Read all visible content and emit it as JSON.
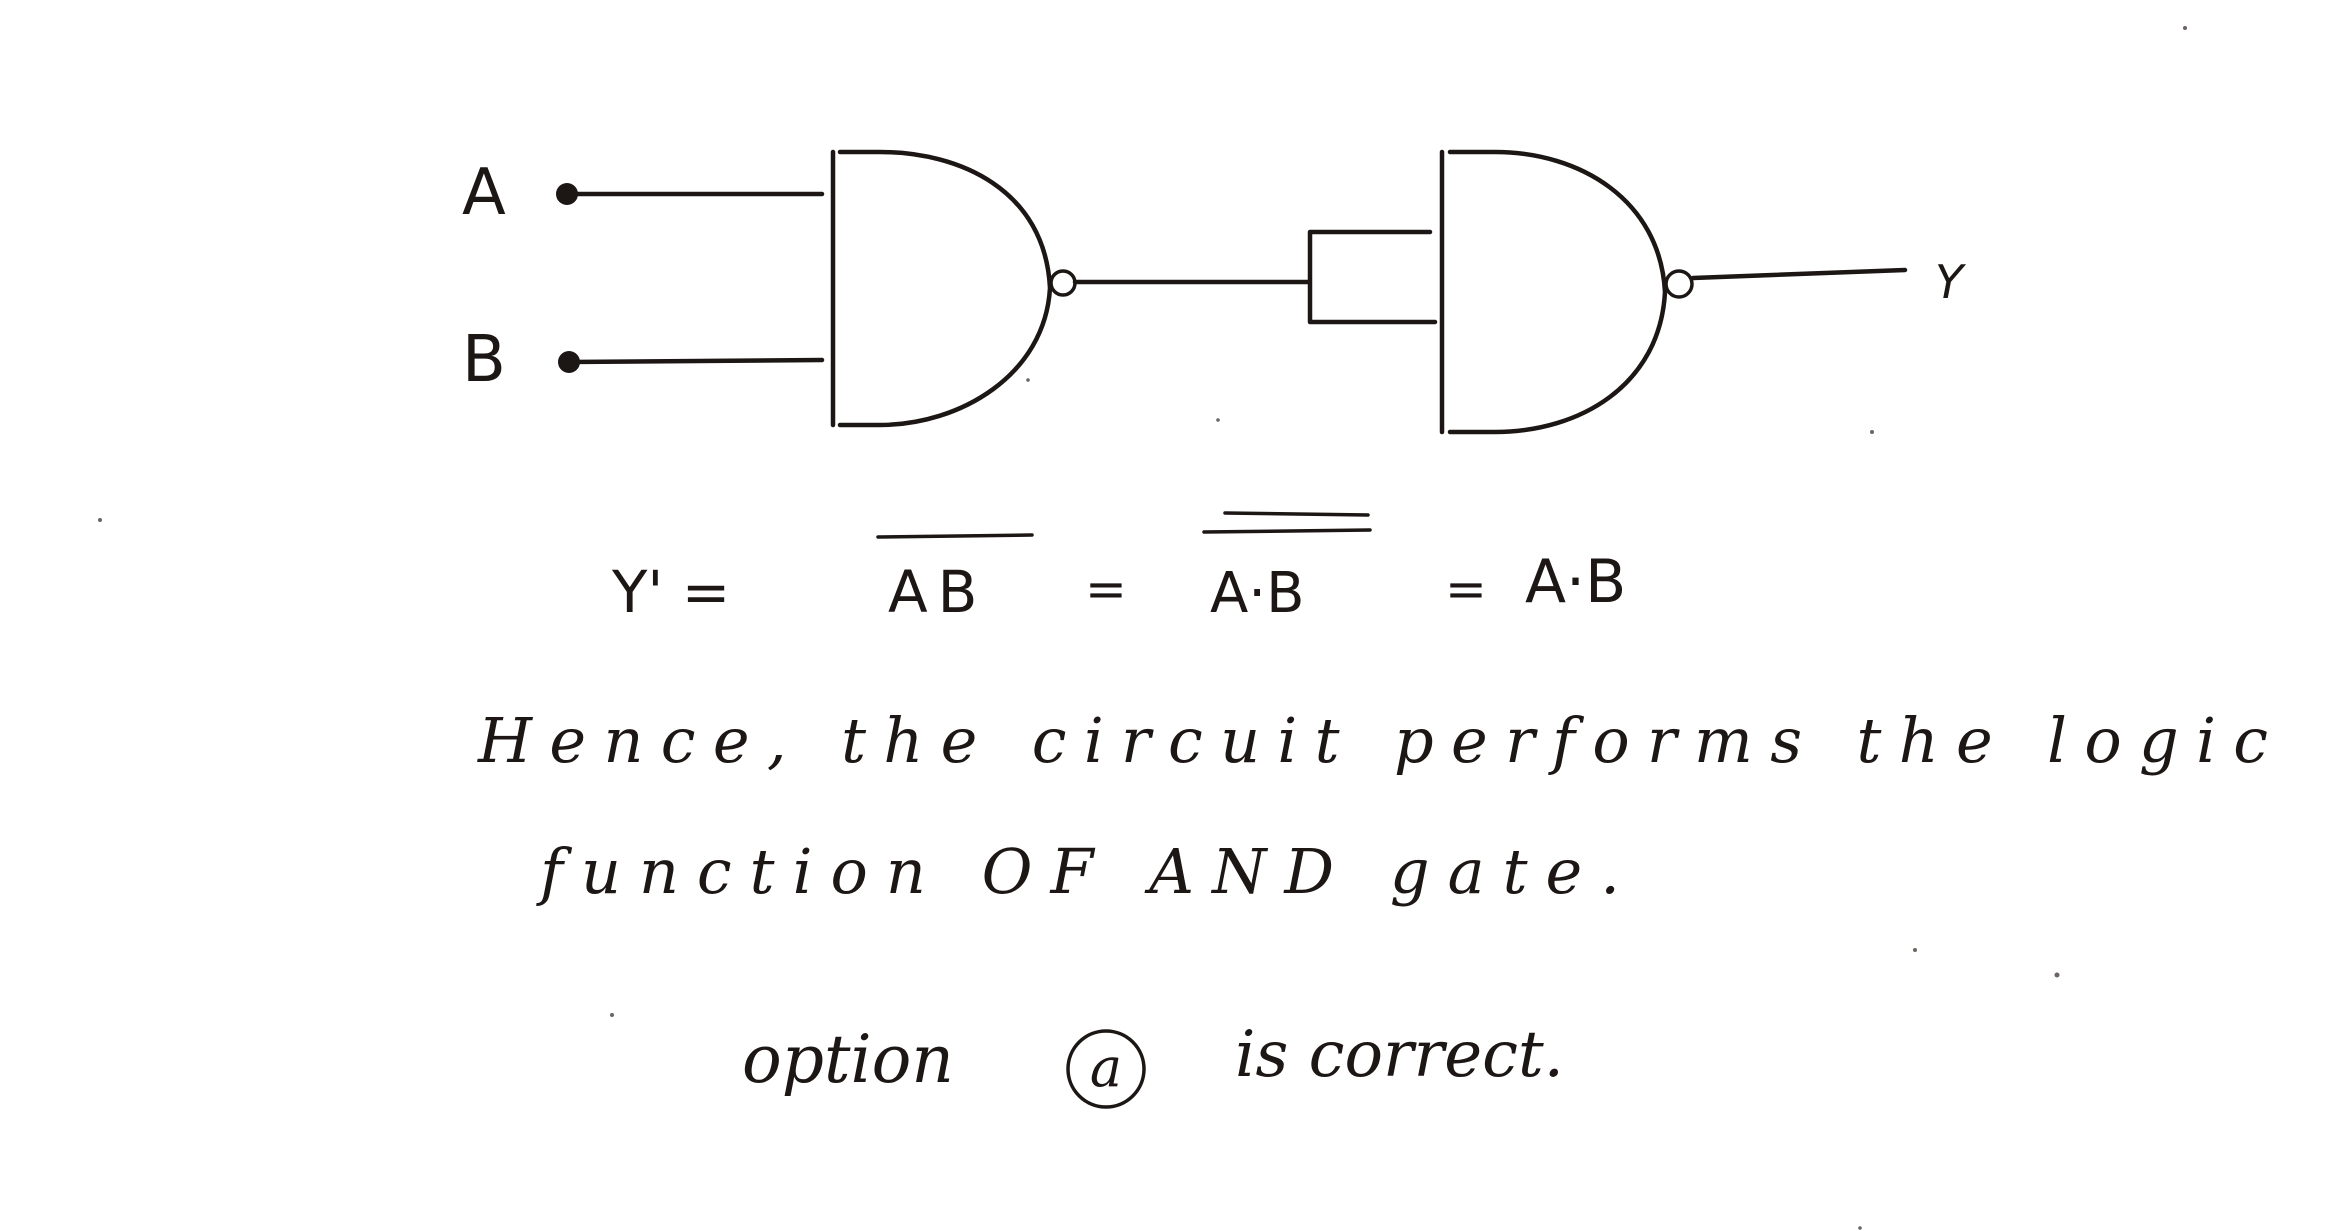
{
  "diagram": {
    "inputs": [
      {
        "label": "A"
      },
      {
        "label": "B"
      }
    ],
    "output": {
      "label": "Y"
    },
    "gates": [
      {
        "type": "NAND"
      },
      {
        "type": "NAND"
      }
    ]
  },
  "equation": {
    "lhs": "Y' =",
    "term1": "AB",
    "eq2": "=",
    "term2": "A·B",
    "eq3": "=",
    "term3": "A·B"
  },
  "conclusion": {
    "line1": "Hence, the circuit performs the logic",
    "line2": "function OF AND gate.",
    "answer_prefix": "option",
    "answer_choice": "a",
    "answer_suffix": "is correct."
  }
}
